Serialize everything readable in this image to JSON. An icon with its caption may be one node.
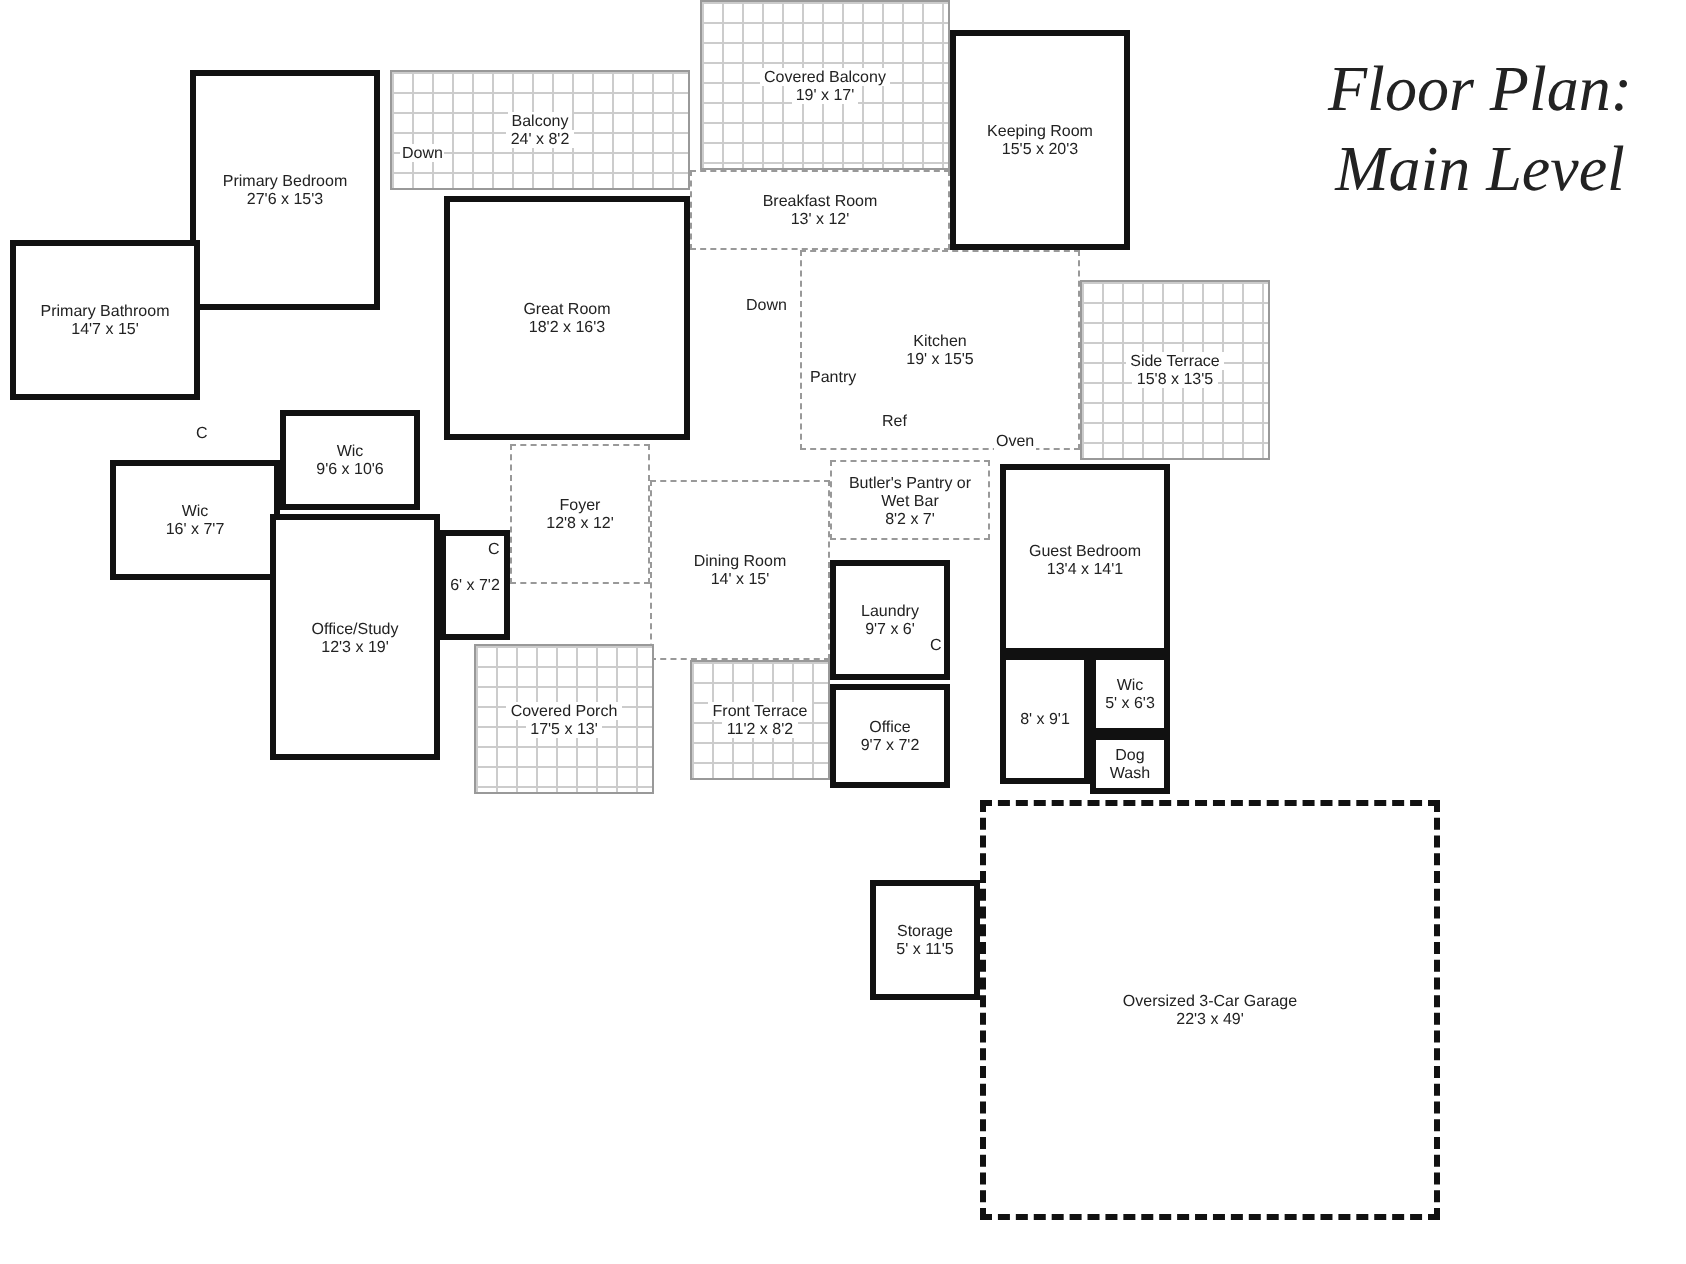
{
  "diagram": {
    "title": "Floor Plan: Main Level",
    "nodes": [
      {
        "text": [
          "Primary Bedroom",
          "27'6 x 15'3"
        ]
      },
      {
        "text": [
          "Balcony",
          "24' x 8'2"
        ]
      },
      {
        "text": [
          "Covered Balcony",
          "19' x 17'"
        ]
      },
      {
        "text": [
          "Keeping Room",
          "15'5 x 20'3"
        ]
      },
      {
        "text": [
          "Breakfast Room",
          "13' x 12'"
        ]
      },
      {
        "text": [
          "Great Room",
          "18'2 x 16'3"
        ]
      },
      {
        "text": [
          "Primary Bathroom",
          "14'7 x 15'"
        ]
      },
      {
        "text": [
          "Kitchen",
          "19' x 15'5"
        ]
      },
      {
        "text": [
          "Side Terrace",
          "15'8 x 13'5"
        ]
      },
      {
        "text": [
          "Wic",
          "9'6 x 10'6"
        ]
      },
      {
        "text": [
          "Wic",
          "16' x 7'7"
        ]
      },
      {
        "text": [
          "Foyer",
          "12'8 x 12'"
        ]
      },
      {
        "text": [
          "Butler's Pantry or Wet Bar",
          "8'2 x 7'"
        ]
      },
      {
        "text": [
          "Guest Bedroom",
          "13'4 x 14'1"
        ]
      },
      {
        "text": [
          "Dining Room",
          "14' x 15'"
        ]
      },
      {
        "text": [
          "6' x 7'2"
        ]
      },
      {
        "text": [
          "Office/Study",
          "12'3 x 19'"
        ]
      },
      {
        "text": [
          "Laundry",
          "9'7 x 6'"
        ]
      },
      {
        "text": [
          "Covered Porch",
          "17'5 x 13'"
        ]
      },
      {
        "text": [
          "Front Terrace",
          "11'2 x 8'2"
        ]
      },
      {
        "text": [
          "Office",
          "9'7 x 7'2"
        ]
      },
      {
        "text": [
          "8' x 9'1"
        ]
      },
      {
        "text": [
          "Wic",
          "5' x 6'3"
        ]
      },
      {
        "text": [
          "Dog Wash"
        ]
      },
      {
        "text": [
          "Storage",
          "5' x 11'5"
        ]
      },
      {
        "text": [
          "Oversized 3-Car Garage",
          "22'3 x 49'"
        ]
      }
    ],
    "labels": [
      "Down",
      "Down",
      "Pantry",
      "Ref",
      "Oven",
      "C",
      "C",
      "C"
    ]
  }
}
